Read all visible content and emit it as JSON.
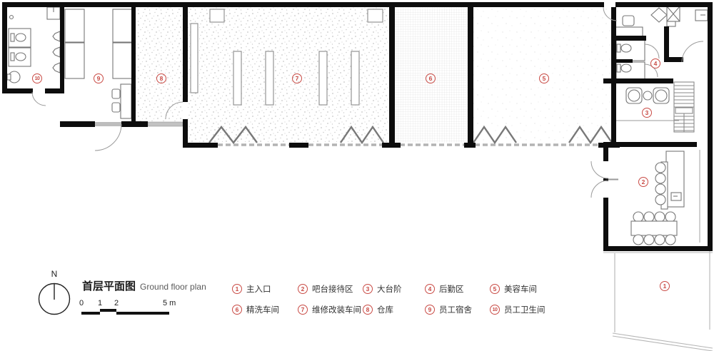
{
  "plan": {
    "title_zh": "首层平面图",
    "title_en": "Ground floor plan",
    "north_label": "N",
    "scale_ticks": [
      "0",
      "1",
      "2",
      "5 m"
    ]
  },
  "colors": {
    "accent": "#c94b45",
    "wall": "#0d0d0d"
  },
  "rooms": [
    {
      "num": "1",
      "label": "主入口"
    },
    {
      "num": "2",
      "label": "吧台接待区"
    },
    {
      "num": "3",
      "label": "大台阶"
    },
    {
      "num": "4",
      "label": "后勤区"
    },
    {
      "num": "5",
      "label": "美容车间"
    },
    {
      "num": "6",
      "label": "精洗车间"
    },
    {
      "num": "7",
      "label": "维修改装车间"
    },
    {
      "num": "8",
      "label": "仓库"
    },
    {
      "num": "9",
      "label": "员工宿舍"
    },
    {
      "num": "10",
      "label": "员工卫生间"
    }
  ]
}
